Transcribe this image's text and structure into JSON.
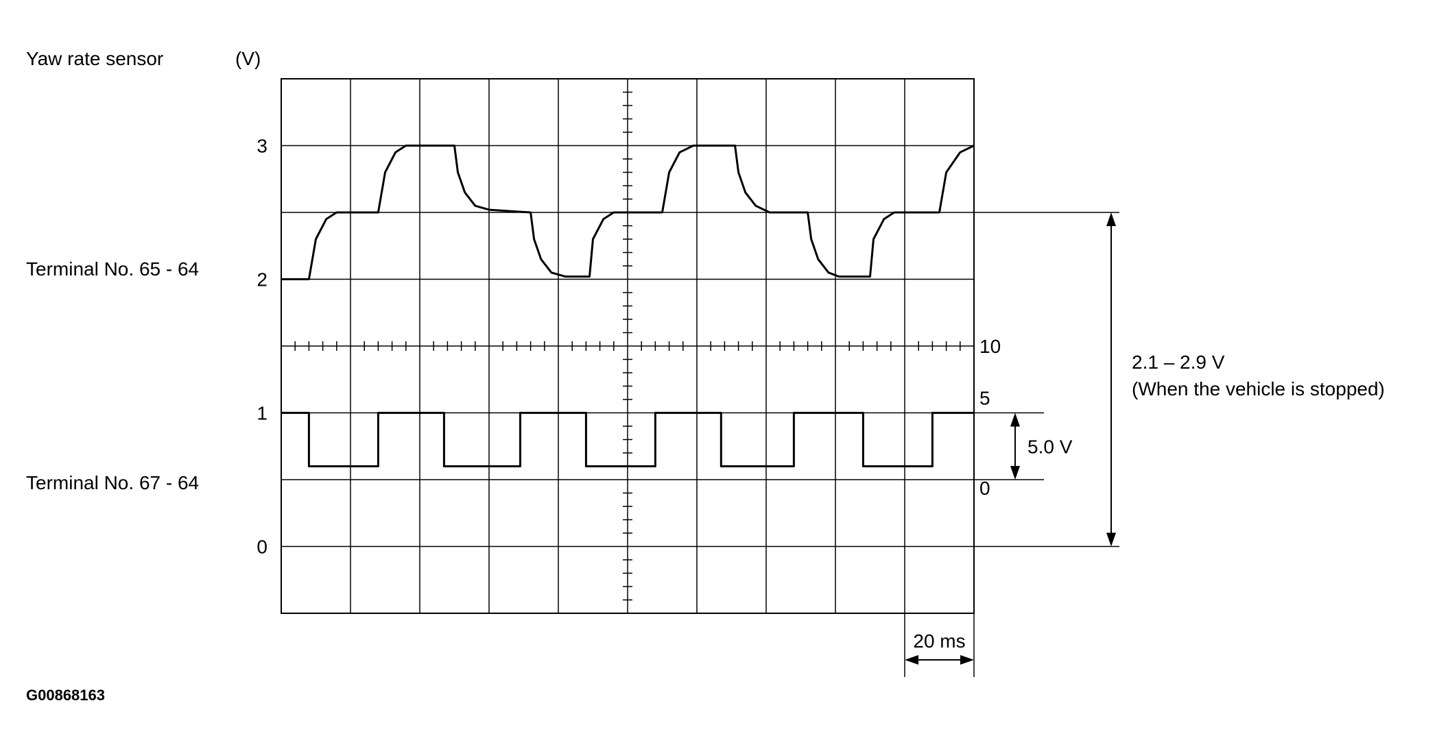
{
  "figure_id": "G00868163",
  "sensor_title": "Yaw rate sensor",
  "labels": {
    "unit": "(V)",
    "channel_a": "Terminal No. 65 - 64",
    "channel_b": "Terminal No. 67 - 64",
    "time_per_div": "20 ms",
    "signal_amplitude": "5.0 V",
    "range_value": "2.1 – 2.9 V",
    "range_note": "(When the vehicle is stopped)",
    "right_ticks": [
      "10",
      "5",
      "0"
    ]
  },
  "colors": {
    "trace": "#000000",
    "grid": "#000000",
    "background": "#ffffff"
  },
  "chart_data": {
    "type": "line",
    "title": "",
    "xlabel": "",
    "ylabel": "(V)",
    "grid": true,
    "x_unit": "ms",
    "xlim": [
      0,
      200
    ],
    "ylim": [
      -0.5,
      3.5
    ],
    "y_ticks": [
      0,
      1,
      2,
      3
    ],
    "right_ticks": [
      10,
      5,
      0
    ],
    "series": [
      {
        "name": "Terminal No. 65 - 64",
        "values": [
          [
            0,
            2.0
          ],
          [
            8,
            2.0
          ],
          [
            10,
            2.3
          ],
          [
            13,
            2.45
          ],
          [
            16,
            2.5
          ],
          [
            28,
            2.5
          ],
          [
            30,
            2.8
          ],
          [
            33,
            2.95
          ],
          [
            36,
            3.0
          ],
          [
            50,
            3.0
          ],
          [
            51,
            2.8
          ],
          [
            53,
            2.65
          ],
          [
            56,
            2.55
          ],
          [
            60,
            2.52
          ],
          [
            72,
            2.5
          ],
          [
            73,
            2.3
          ],
          [
            75,
            2.15
          ],
          [
            78,
            2.05
          ],
          [
            82,
            2.02
          ],
          [
            89,
            2.02
          ],
          [
            90,
            2.3
          ],
          [
            93,
            2.45
          ],
          [
            96,
            2.5
          ],
          [
            110,
            2.5
          ],
          [
            112,
            2.8
          ],
          [
            115,
            2.95
          ],
          [
            119,
            3.0
          ],
          [
            131,
            3.0
          ],
          [
            132,
            2.8
          ],
          [
            134,
            2.65
          ],
          [
            137,
            2.55
          ],
          [
            141,
            2.5
          ],
          [
            152,
            2.5
          ],
          [
            153,
            2.3
          ],
          [
            155,
            2.15
          ],
          [
            158,
            2.05
          ],
          [
            161,
            2.02
          ],
          [
            170,
            2.02
          ],
          [
            171,
            2.3
          ],
          [
            174,
            2.45
          ],
          [
            177,
            2.5
          ],
          [
            190,
            2.5
          ],
          [
            192,
            2.8
          ],
          [
            196,
            2.95
          ],
          [
            200,
            3.0
          ]
        ]
      },
      {
        "name": "Terminal No. 67 - 64",
        "values": [
          [
            0,
            1.0
          ],
          [
            8,
            1.0
          ],
          [
            8,
            0.6
          ],
          [
            28,
            0.6
          ],
          [
            28,
            1.0
          ],
          [
            47,
            1.0
          ],
          [
            47,
            0.6
          ],
          [
            69,
            0.6
          ],
          [
            69,
            1.0
          ],
          [
            88,
            1.0
          ],
          [
            88,
            0.6
          ],
          [
            108,
            0.6
          ],
          [
            108,
            1.0
          ],
          [
            127,
            1.0
          ],
          [
            127,
            0.6
          ],
          [
            148,
            0.6
          ],
          [
            148,
            1.0
          ],
          [
            168,
            1.0
          ],
          [
            168,
            0.6
          ],
          [
            188,
            0.6
          ],
          [
            188,
            1.0
          ],
          [
            200,
            1.0
          ]
        ]
      }
    ]
  }
}
